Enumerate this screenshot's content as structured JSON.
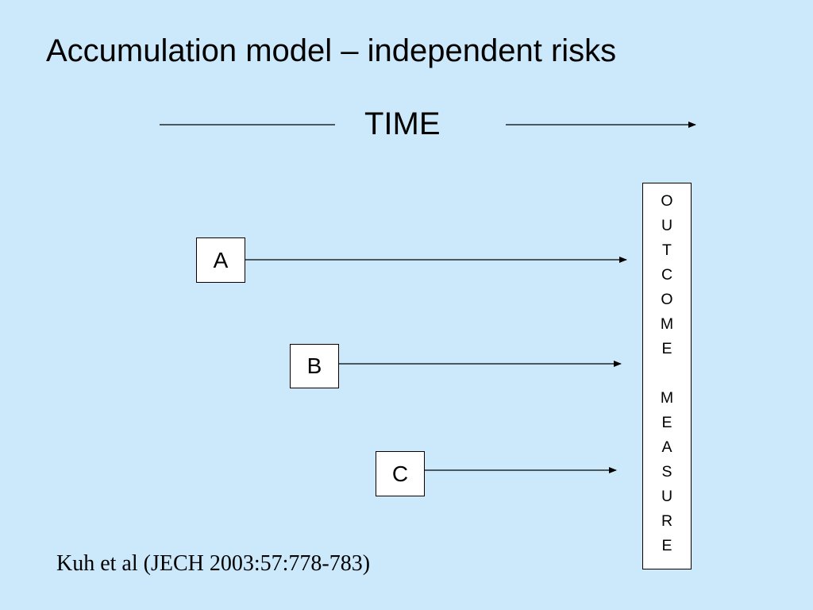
{
  "slide": {
    "title": "Accumulation model – independent risks",
    "time_label": "TIME",
    "factors": [
      "A",
      "B",
      "C"
    ],
    "outcome_letters": [
      "O",
      "U",
      "T",
      "C",
      "O",
      "M",
      "E",
      "",
      "M",
      "E",
      "A",
      "S",
      "U",
      "R",
      "E"
    ],
    "citation": "Kuh et al (JECH 2003:57:778-783)"
  }
}
